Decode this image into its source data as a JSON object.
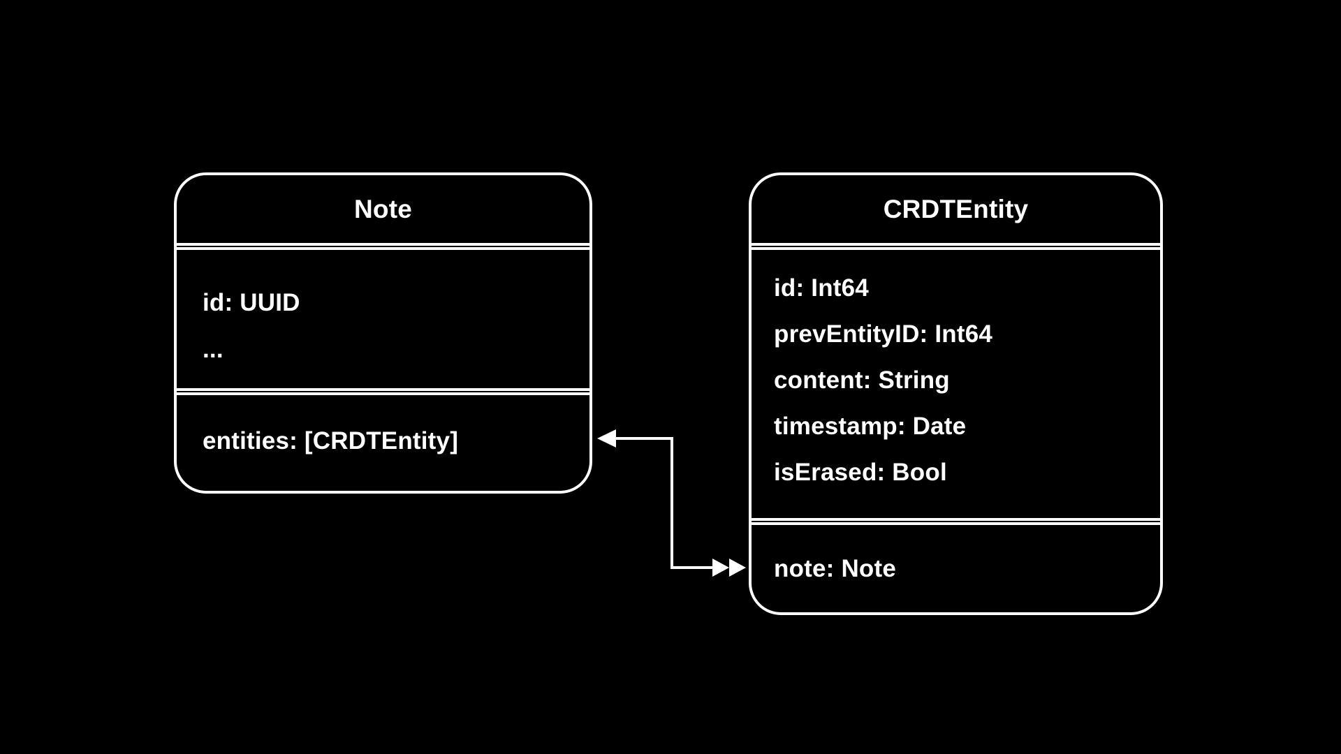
{
  "colors": {
    "background": "#000000",
    "stroke": "#ffffff",
    "text": "#ffffff"
  },
  "entities": {
    "note": {
      "title": "Note",
      "attributes": [
        "id: UUID",
        "..."
      ],
      "relationships": [
        "entities: [CRDTEntity]"
      ]
    },
    "crdtEntity": {
      "title": "CRDTEntity",
      "attributes": [
        "id: Int64",
        "prevEntityID: Int64",
        "content: String",
        "timestamp: Date",
        "isErased: Bool"
      ],
      "relationships": [
        "note: Note"
      ]
    }
  },
  "connector": {
    "from": "entities: [CRDTEntity]",
    "to": "note: Note",
    "style": "one-to-many elbow arrow"
  }
}
